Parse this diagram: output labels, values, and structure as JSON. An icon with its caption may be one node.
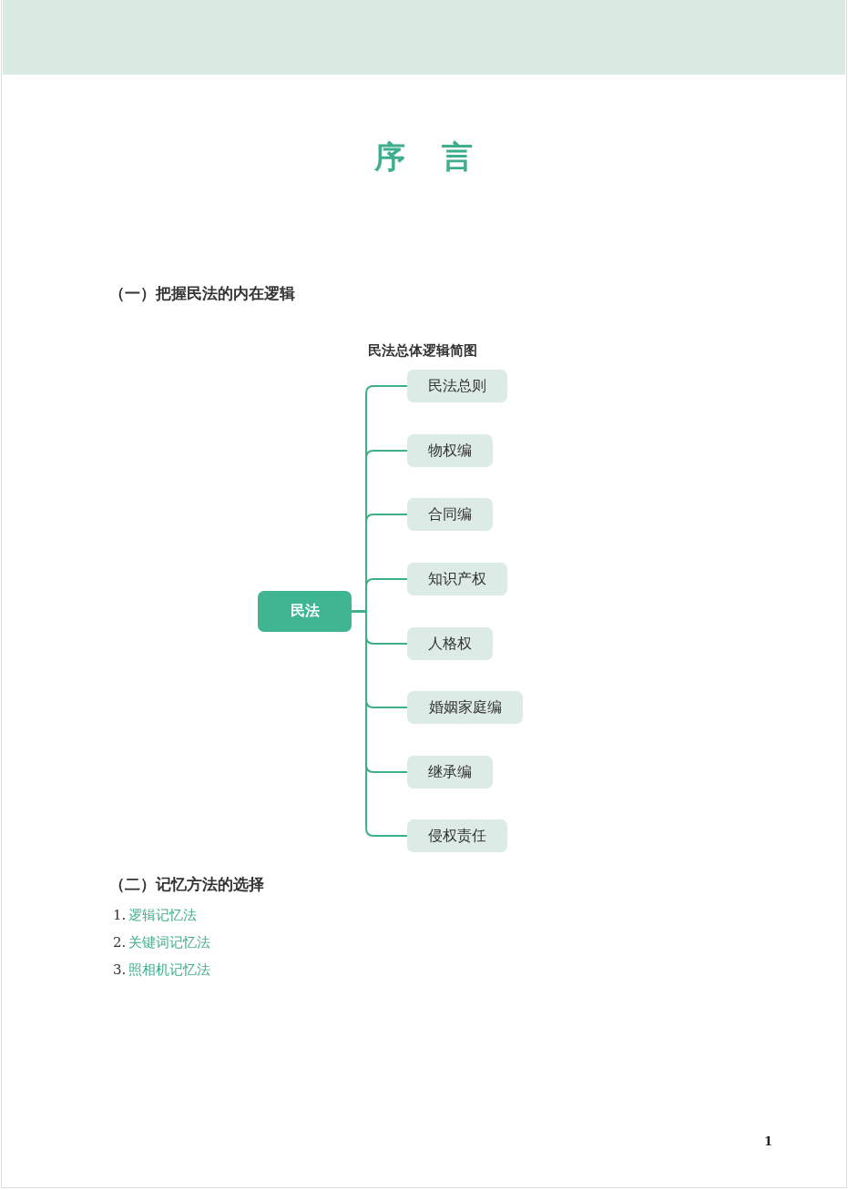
{
  "diagram": {
    "title": "序言",
    "nodes": [
      {
        "text": [
          "民法"
        ]
      },
      {
        "text": [
          "民法总则"
        ]
      },
      {
        "text": [
          "物权编"
        ]
      },
      {
        "text": [
          "合同编"
        ]
      },
      {
        "text": [
          "知识产权"
        ]
      },
      {
        "text": [
          "人格权"
        ]
      },
      {
        "text": [
          "婚姻家庭编"
        ]
      },
      {
        "text": [
          "继承编"
        ]
      },
      {
        "text": [
          "侵权责任"
        ]
      }
    ],
    "edges": [
      {
        "from": 0,
        "to": 1,
        "arrow": "none"
      },
      {
        "from": 0,
        "to": 2,
        "arrow": "none"
      },
      {
        "from": 0,
        "to": 3,
        "arrow": "none"
      },
      {
        "from": 0,
        "to": 4,
        "arrow": "none"
      },
      {
        "from": 0,
        "to": 5,
        "arrow": "none"
      },
      {
        "from": 0,
        "to": 6,
        "arrow": "none"
      },
      {
        "from": 0,
        "to": 7,
        "arrow": "none"
      },
      {
        "from": 0,
        "to": 8,
        "arrow": "none"
      }
    ],
    "labels": [
      "（一）把握民法的内在逻辑",
      "民法总体逻辑简图",
      "（二）记忆方法的选择",
      "1.",
      "逻辑记忆法",
      "2.",
      "关键词记忆法",
      "3.",
      "照相机记忆法",
      "1"
    ]
  }
}
